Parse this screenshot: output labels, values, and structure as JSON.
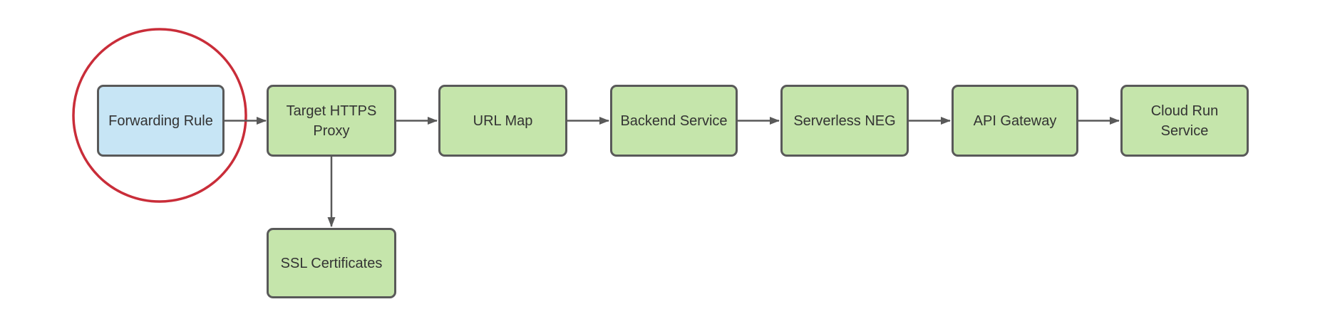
{
  "diagram": {
    "nodes": {
      "forwarding_rule": {
        "label": "Forwarding Rule",
        "highlighted": true
      },
      "target_https_proxy": {
        "label": "Target HTTPS\nProxy"
      },
      "url_map": {
        "label": "URL Map"
      },
      "backend_service": {
        "label": "Backend Service"
      },
      "serverless_neg": {
        "label": "Serverless NEG"
      },
      "api_gateway": {
        "label": "API Gateway"
      },
      "cloud_run_service": {
        "label": "Cloud Run\nService"
      },
      "ssl_certificates": {
        "label": "SSL Certificates"
      }
    },
    "edges": [
      {
        "from": "forwarding_rule",
        "to": "target_https_proxy"
      },
      {
        "from": "target_https_proxy",
        "to": "url_map"
      },
      {
        "from": "url_map",
        "to": "backend_service"
      },
      {
        "from": "backend_service",
        "to": "serverless_neg"
      },
      {
        "from": "serverless_neg",
        "to": "api_gateway"
      },
      {
        "from": "api_gateway",
        "to": "cloud_run_service"
      },
      {
        "from": "target_https_proxy",
        "to": "ssl_certificates"
      }
    ],
    "annotations": [
      {
        "type": "circle",
        "around": "forwarding_rule"
      }
    ],
    "colors": {
      "background": "#FFFFFF",
      "node_fill": "#C5E5AB",
      "highlight_fill": "#C7E5F5",
      "node_border": "#595959",
      "arrow": "#595959",
      "annotation_circle": "#C92D39",
      "text": "#333333"
    }
  }
}
